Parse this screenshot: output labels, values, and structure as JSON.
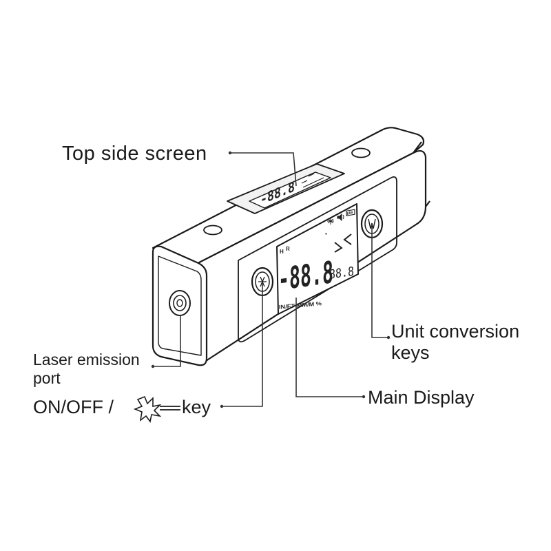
{
  "labels": {
    "top_side_screen": "Top side screen",
    "laser_port_line1": "Laser emission",
    "laser_port_line2": "port",
    "onoff_prefix": "ON/OFF /",
    "onoff_suffix": "key",
    "main_display": "Main Display",
    "unit_keys_line1": "Unit conversion",
    "unit_keys_line2": "keys"
  },
  "main_lcd": {
    "indicator_h": "H",
    "indicator_r": "R",
    "main_digits": "-88.8",
    "degree": "°",
    "sub_digits": "88.8",
    "units": "IN/FT MM/M %"
  },
  "top_lcd": {
    "digits": "-88.8"
  },
  "icons": [
    "laser-burst-icon",
    "laser-indicator-icon",
    "sound-icon",
    "battery-icon",
    "power-button-icon",
    "unit-button-icon"
  ],
  "colors": {
    "line": "#1a1a1a",
    "background": "#ffffff",
    "screen_bg": "#f2f2f2"
  }
}
